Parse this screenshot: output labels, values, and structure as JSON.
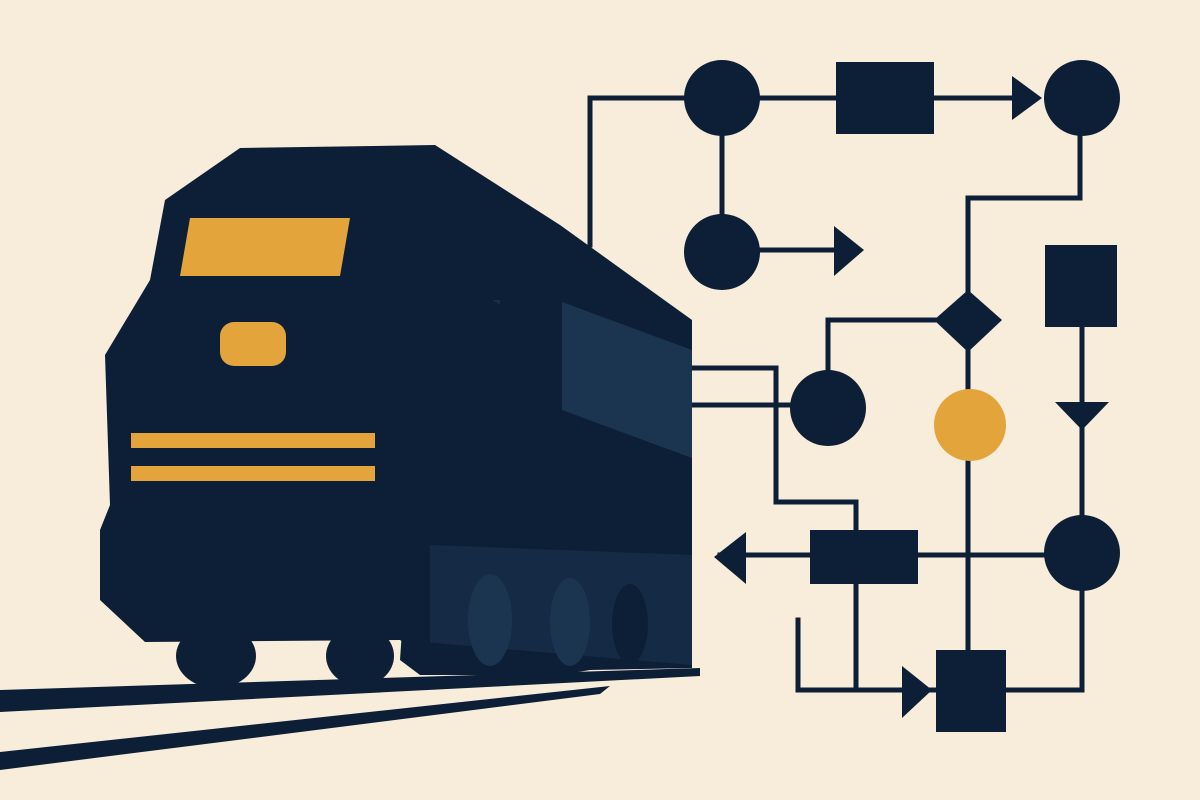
{
  "colors": {
    "background": "#f8ecda",
    "navy": "#0d1f36",
    "navy_shade": "#1b3450",
    "gold": "#e2a43b"
  },
  "illustration": {
    "subject": "locomotive-with-flowchart",
    "elements": [
      "train-illustration",
      "rail-tracks",
      "flowchart-diagram"
    ]
  },
  "icons": {
    "train": "locomotive-icon",
    "flow_nodes": [
      "node-circle",
      "node-square",
      "node-diamond",
      "node-gold-circle"
    ],
    "arrows": [
      "arrow-right",
      "arrow-left",
      "arrow-down"
    ]
  }
}
